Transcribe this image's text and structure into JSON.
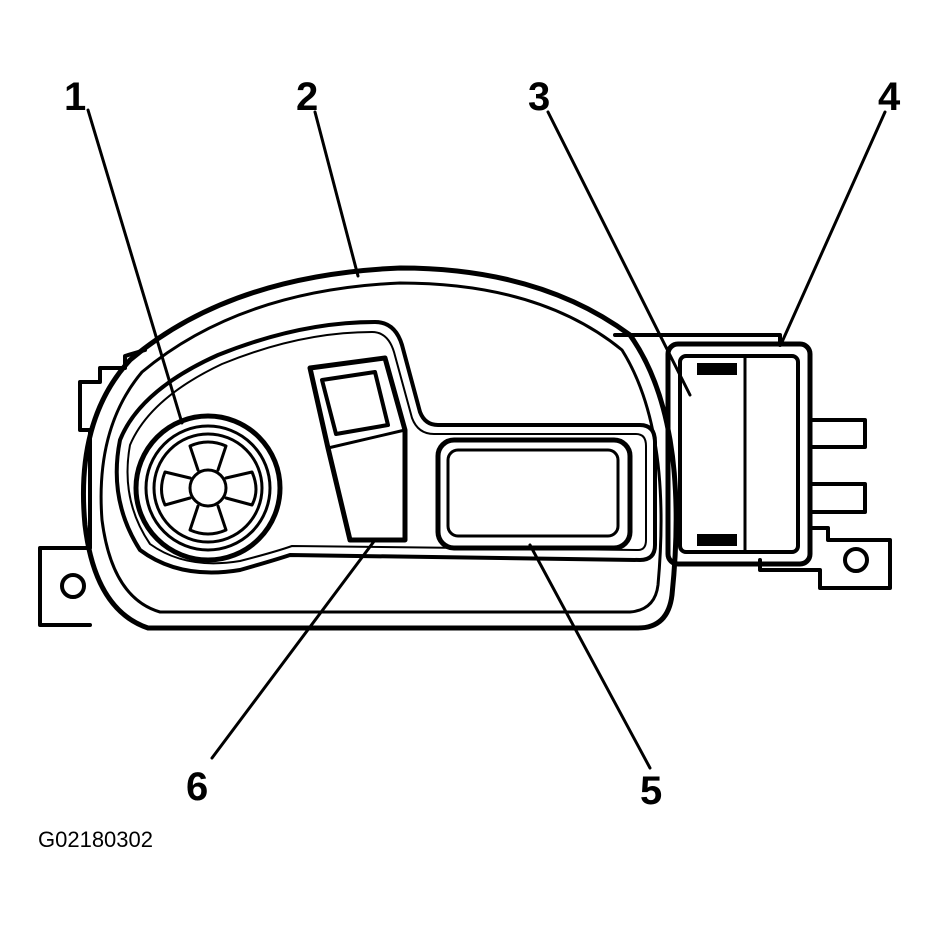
{
  "figure_id": "G02180302",
  "callouts": [
    "1",
    "2",
    "3",
    "4",
    "5",
    "6"
  ],
  "colors": {
    "line": "#000000",
    "background": "#ffffff"
  }
}
